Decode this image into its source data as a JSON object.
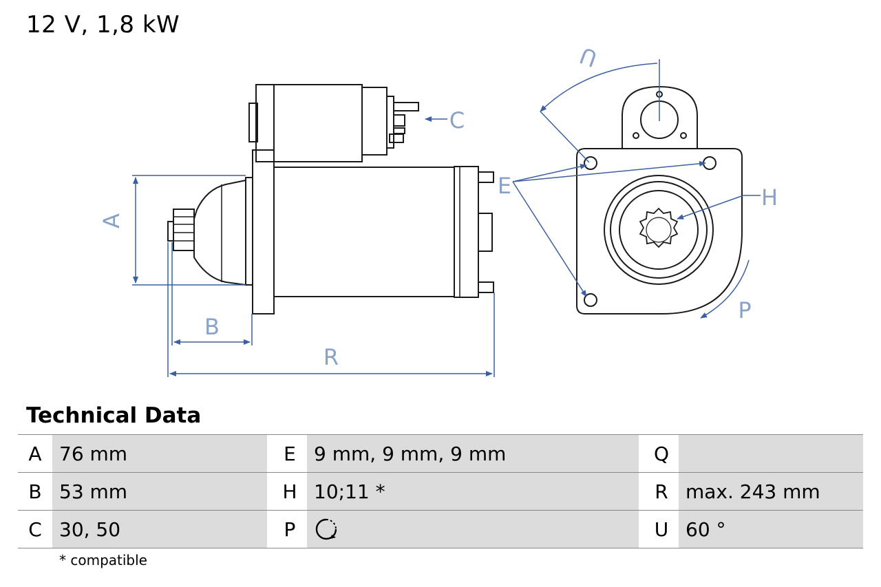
{
  "header": {
    "title": "12 V, 1,8 kW"
  },
  "diagram": {
    "labels": {
      "A": "A",
      "B": "B",
      "C": "C",
      "R": "R",
      "U": "U",
      "E": "E",
      "H": "H",
      "P": "P"
    },
    "colors": {
      "line": "#1a1a1a",
      "dimension": "#3b5fa0",
      "dim_label": "#8aa2c8"
    }
  },
  "technical": {
    "title": "Technical Data",
    "rows": [
      [
        {
          "key": "A",
          "value": "76 mm"
        },
        {
          "key": "E",
          "value": "9 mm, 9 mm, 9 mm"
        },
        {
          "key": "Q",
          "value": ""
        }
      ],
      [
        {
          "key": "B",
          "value": "53 mm"
        },
        {
          "key": "H",
          "value": "10;11 *"
        },
        {
          "key": "R",
          "value": "max. 243 mm"
        }
      ],
      [
        {
          "key": "C",
          "value": "30, 50"
        },
        {
          "key": "P",
          "value": "",
          "icon": "clockwise-rotation-icon"
        },
        {
          "key": "U",
          "value": "60 °"
        }
      ]
    ],
    "footnote": "* compatible"
  }
}
